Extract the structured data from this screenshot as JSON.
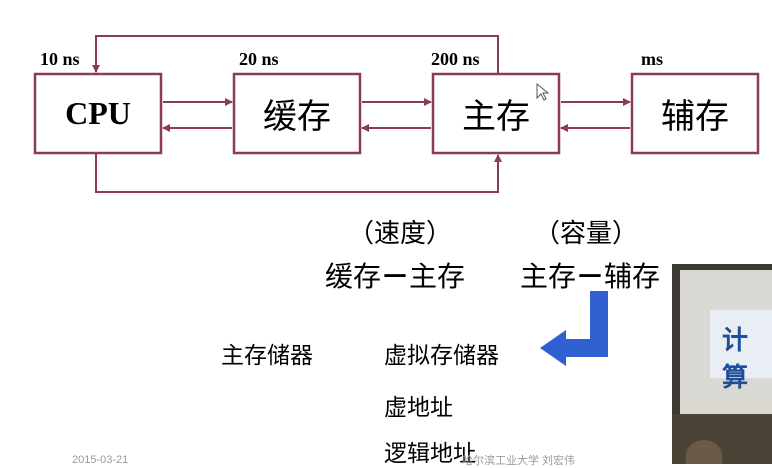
{
  "boxes": {
    "cpu": "CPU",
    "cache": "缓存",
    "main": "主存",
    "aux": "辅存"
  },
  "speeds": {
    "cpu": "10 ns",
    "cache": "20 ns",
    "main": "200 ns",
    "aux": "ms"
  },
  "levels": {
    "speed_caption": "（速度）",
    "capacity_caption": "（容量）",
    "pair1_left": "缓存",
    "pair1_dash": "－",
    "pair1_right": "主存",
    "pair2_left": "主存",
    "pair2_dash": "－",
    "pair2_right": "辅存"
  },
  "memory": {
    "main_storage": "主存储器",
    "virtual_storage": "虚拟存储器",
    "virtual_address": "虚地址",
    "logical_address": "逻辑地址"
  },
  "footer": {
    "date": "2015-03-21",
    "credit": "哈尔滨工业大学 刘宏伟"
  },
  "video": {
    "sign_text": "计算"
  },
  "colors": {
    "box_border": "#8a3b55",
    "arrow": "#2f5fd0"
  }
}
